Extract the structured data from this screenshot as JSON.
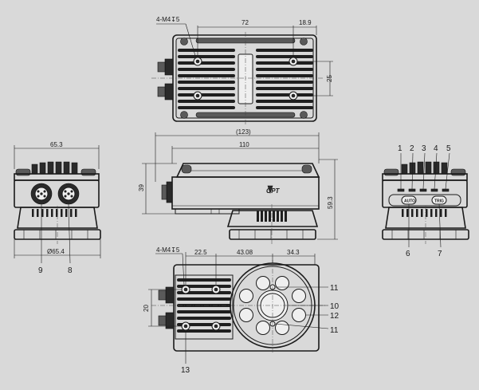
{
  "top_view": {
    "thread_label": "4-M4↧5",
    "dim_width": "72",
    "dim_offset": "18.9",
    "dim_height": "25"
  },
  "front_view": {
    "dim_overall": "(123)",
    "dim_body": "110",
    "dim_height": "39",
    "dim_total_height": "59.3"
  },
  "left_view": {
    "dim_width": "65.3",
    "dim_diameter": "Ø65.4",
    "callout_9": "9",
    "callout_8": "8"
  },
  "right_view": {
    "callouts_top": [
      "1",
      "2",
      "3",
      "4",
      "5"
    ],
    "callout_6": "6",
    "callout_7": "7",
    "button_left": "AUTO",
    "button_right": "TRIG"
  },
  "bottom_view": {
    "thread_label": "4-M4↧5",
    "dim_a": "22.5",
    "dim_b": "43.08",
    "dim_c": "34.3",
    "dim_side": "20",
    "callout_11a": "11",
    "callout_10": "10",
    "callout_12": "12",
    "callout_11b": "11",
    "callout_13": "13"
  }
}
